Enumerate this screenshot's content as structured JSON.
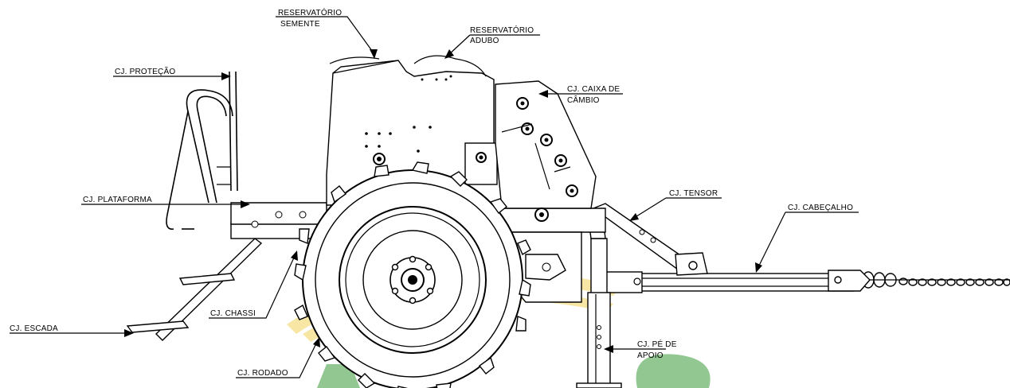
{
  "labels": {
    "reservatorio_semente_1": "RESERVATÓRIO",
    "reservatorio_semente_2": "SEMENTE",
    "reservatorio_adubo_1": "RESERVATÓRIO",
    "reservatorio_adubo_2": "ADUBO",
    "protecao": "CJ. PROTEÇÃO",
    "caixa_cambio_1": "CJ. CAIXA DE",
    "caixa_cambio_2": "CÂMBIO",
    "plataforma": "CJ. PLATAFORMA",
    "tensor": "CJ. TENSOR",
    "cabecalho": "CJ. CABEÇALHO",
    "chassi": "CJ. CHASSI",
    "escada": "CJ. ESCADA",
    "pe_apoio_1": "CJ. PÉ DE",
    "pe_apoio_2": "APOIO",
    "rodado": "CJ. RODADO"
  },
  "colors": {
    "line": "#000000",
    "watermark_yellow": "#f2d25a",
    "watermark_green": "#3a9a3a"
  }
}
